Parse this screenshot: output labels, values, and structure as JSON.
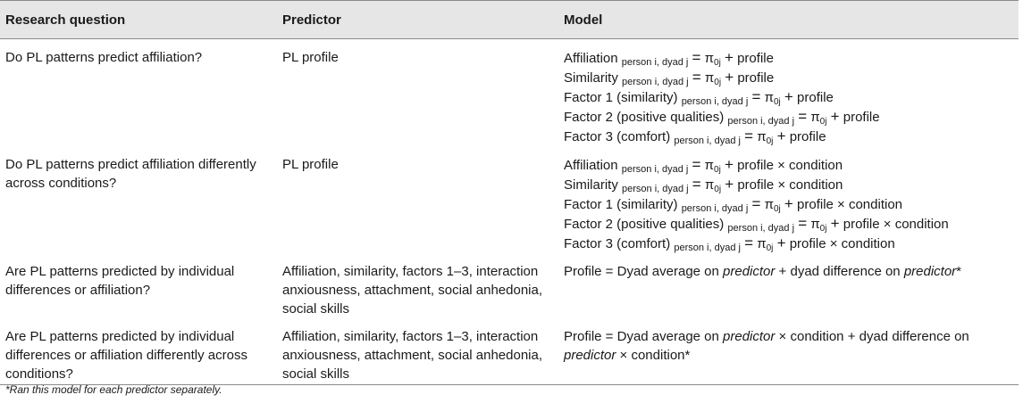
{
  "headers": {
    "research_question": "Research question",
    "predictor": "Predictor",
    "model": "Model"
  },
  "rows": [
    {
      "question": "Do PL patterns predict affiliation?",
      "predictor": "PL profile",
      "equations": [
        {
          "lhs": "Affiliation",
          "sub": "person i, dyad j",
          "pi": "π",
          "pisub": "0j",
          "rhs": "profile"
        },
        {
          "lhs": "Similarity",
          "sub": "person i, dyad j",
          "pi": "π",
          "pisub": "0j",
          "rhs": "profile"
        },
        {
          "lhs": "Factor 1 (similarity)",
          "sub": "person i, dyad j",
          "pi": "π",
          "pisub": "0j",
          "rhs": "profile"
        },
        {
          "lhs": "Factor 2 (positive qualities)",
          "sub": "person i, dyad j",
          "pi": "π",
          "pisub": "0j",
          "rhs": "profile"
        },
        {
          "lhs": "Factor 3 (comfort)",
          "sub": "person i, dyad j",
          "pi": "π",
          "pisub": "0j",
          "rhs": "profile"
        }
      ]
    },
    {
      "question": "Do PL patterns predict affiliation differently across conditions?",
      "predictor": "PL profile",
      "equations": [
        {
          "lhs": "Affiliation",
          "sub": "person i, dyad j",
          "pi": "π",
          "pisub": "0j",
          "rhs": "profile × condition"
        },
        {
          "lhs": "Similarity",
          "sub": "person i, dyad j",
          "pi": "π",
          "pisub": "0j",
          "rhs": "profile × condition"
        },
        {
          "lhs": "Factor 1 (similarity)",
          "sub": "person i, dyad j",
          "pi": "π",
          "pisub": "0j",
          "rhs": "profile × condition"
        },
        {
          "lhs": "Factor 2 (positive qualities)",
          "sub": "person i, dyad j",
          "pi": "π",
          "pisub": "0j",
          "rhs": "profile × condition"
        },
        {
          "lhs": "Factor 3 (comfort)",
          "sub": "person i, dyad j",
          "pi": "π",
          "pisub": "0j",
          "rhs": "profile × condition"
        }
      ]
    },
    {
      "question": "Are PL patterns predicted by individual differences or affiliation?",
      "predictor": "Affiliation, similarity, factors 1–3, interaction anxiousness, attachment, social anhedonia, social skills",
      "model": {
        "p1": "Profile = Dyad average on ",
        "i1": "predictor",
        "p2": " + dyad difference on ",
        "i2": "predictor",
        "p3": "*"
      }
    },
    {
      "question": "Are PL patterns predicted by individual differences or affiliation differently across conditions?",
      "predictor": "Affiliation, similarity, factors 1–3, interaction anxiousness, attachment, social anhedonia, social skills",
      "model": {
        "p1": "Profile = Dyad average on ",
        "i1": "predictor",
        "p2": " × condition + dyad difference on ",
        "i2": "predictor",
        "p3": " × condition*"
      }
    }
  ],
  "eq_sign": "=",
  "plus_sign": "+",
  "footnote": "*Ran this model for each predictor separately."
}
